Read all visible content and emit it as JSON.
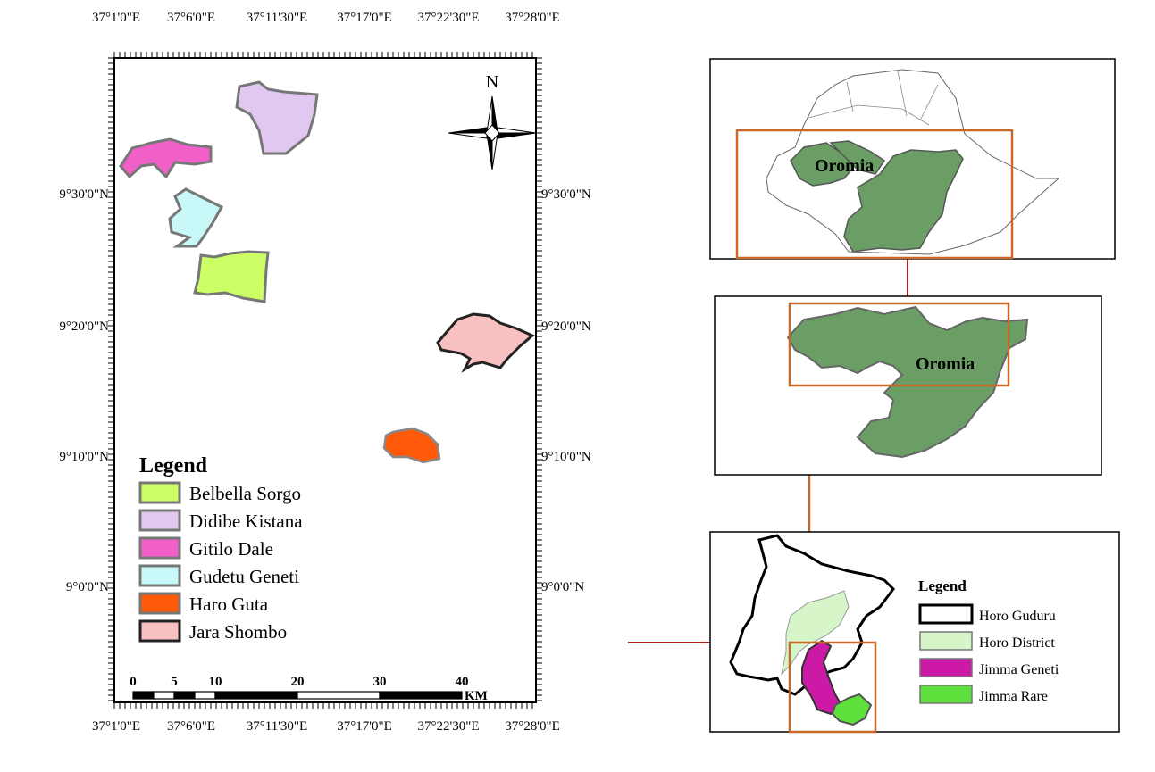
{
  "main_map": {
    "top_coords": [
      "37°1'0\"E",
      "37°6'0\"E",
      "37°11'30\"E",
      "37°17'0\"E",
      "37°22'30\"E",
      "37°28'0\"E"
    ],
    "bottom_coords": [
      "37°1'0\"E",
      "37°6'0\"E",
      "37°11'30\"E",
      "37°17'0\"E",
      "37°22'30\"E",
      "37°28'0\"E"
    ],
    "left_coords": [
      "9°30'0\"N",
      "9°20'0\"N",
      "9°10'0\"N",
      "9°0'0\"N"
    ],
    "right_coords": [
      "9°30'0\"N",
      "9°20'0\"N",
      "9°10'0\"N",
      "9°0'0\"N"
    ],
    "north_label": "N",
    "legend": {
      "title": "Legend",
      "items": [
        {
          "label": "Belbella Sorgo",
          "color": "#ccff66"
        },
        {
          "label": "Didibe Kistana",
          "color": "#e0c8f0"
        },
        {
          "label": "Gitilo Dale",
          "color": "#f060c8"
        },
        {
          "label": "Gudetu Geneti",
          "color": "#c8f8f8"
        },
        {
          "label": "Haro Guta",
          "color": "#ff5a0a"
        },
        {
          "label": "Jara Shombo",
          "color": "#f8c0c0"
        }
      ]
    },
    "scale": {
      "ticks": [
        "0",
        "5",
        "10",
        "20",
        "30",
        "40"
      ],
      "unit": "KM"
    }
  },
  "inset_ethiopia": {
    "region_label": "Oromia",
    "region_color": "#6b9e64"
  },
  "inset_oromia": {
    "region_label": "Oromia"
  },
  "inset_district": {
    "legend": {
      "title": "Legend",
      "items": [
        {
          "label": "Horo Guduru",
          "color": "#ffffff"
        },
        {
          "label": "Horo District",
          "color": "#d6f5c9"
        },
        {
          "label": "Jimma Geneti",
          "color": "#cc1aa6"
        },
        {
          "label": "Jimma Rare",
          "color": "#5ee03c"
        }
      ]
    }
  },
  "colors": {
    "frame_orange": "#c8692a",
    "connector_red": "#b02020"
  }
}
